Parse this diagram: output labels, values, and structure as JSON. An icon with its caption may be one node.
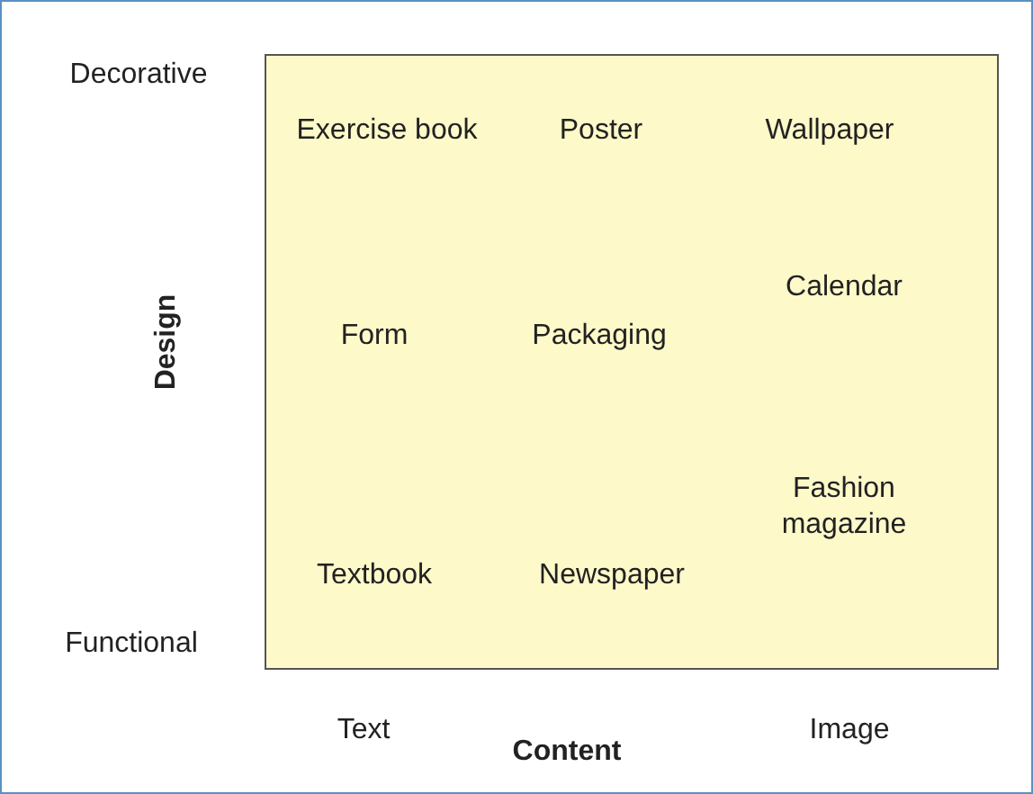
{
  "diagram": {
    "labels": [
      "Decorative",
      "Exercise book",
      "Poster",
      "Wallpaper",
      "Calendar",
      "Design",
      "Form",
      "Packaging",
      "Fashion magazine",
      "Textbook",
      "Newspaper",
      "Functional",
      "Text",
      "Image",
      "Content"
    ]
  }
}
